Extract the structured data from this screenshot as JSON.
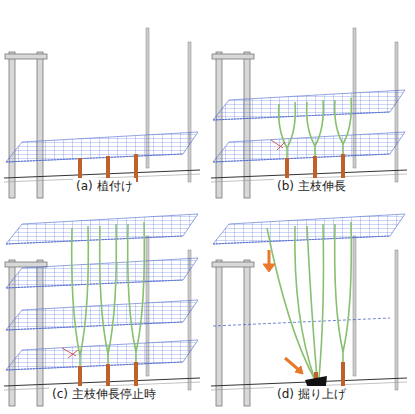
{
  "diagram": {
    "labels": [
      "(a) 植付け",
      "(b) 主枝伸長",
      "(c) 主枝伸長停止時",
      "(d) 掘り上げ"
    ]
  }
}
